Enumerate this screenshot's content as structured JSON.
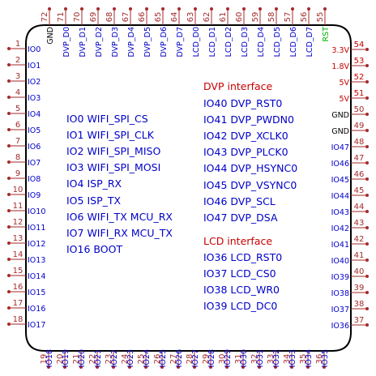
{
  "colors": {
    "outline": "#000000",
    "pin_line": "#a52a2a",
    "pin_number": "#a52a2a",
    "pin_name": "#0000c8",
    "pin_name_alt": "#000000",
    "pin_name_rst": "#00b400",
    "power_number": "#c80000",
    "note_text": "#0000c8",
    "section_title": "#c80000"
  },
  "pins": {
    "left": [
      {
        "num": "1",
        "name": "IO0"
      },
      {
        "num": "2",
        "name": "IO1"
      },
      {
        "num": "3",
        "name": "IO2"
      },
      {
        "num": "4",
        "name": "IO3"
      },
      {
        "num": "5",
        "name": "IO4"
      },
      {
        "num": "6",
        "name": "IO5"
      },
      {
        "num": "7",
        "name": "IO6"
      },
      {
        "num": "8",
        "name": "IO7"
      },
      {
        "num": "9",
        "name": "IO8"
      },
      {
        "num": "10",
        "name": "IO9"
      },
      {
        "num": "11",
        "name": "IO10"
      },
      {
        "num": "12",
        "name": "IO11"
      },
      {
        "num": "13",
        "name": "IO12"
      },
      {
        "num": "14",
        "name": "IO13"
      },
      {
        "num": "15",
        "name": "IO14"
      },
      {
        "num": "16",
        "name": "IO15"
      },
      {
        "num": "17",
        "name": "IO16"
      },
      {
        "num": "18",
        "name": "IO17"
      }
    ],
    "bottom": [
      {
        "num": "19",
        "name": "IO18"
      },
      {
        "num": "20",
        "name": "IO19"
      },
      {
        "num": "21",
        "name": "IO20"
      },
      {
        "num": "22",
        "name": "IO21"
      },
      {
        "num": "23",
        "name": "IO22"
      },
      {
        "num": "24",
        "name": "IO23"
      },
      {
        "num": "25",
        "name": "IO24"
      },
      {
        "num": "26",
        "name": "IO25"
      },
      {
        "num": "27",
        "name": "IO26"
      },
      {
        "num": "28",
        "name": "IO27"
      },
      {
        "num": "29",
        "name": "IO28"
      },
      {
        "num": "30",
        "name": "IO29"
      },
      {
        "num": "31",
        "name": "IO30"
      },
      {
        "num": "32",
        "name": "IO31"
      },
      {
        "num": "33",
        "name": "IO32"
      },
      {
        "num": "34",
        "name": "IO33"
      },
      {
        "num": "35",
        "name": "IO34"
      },
      {
        "num": "36",
        "name": "IO35"
      }
    ],
    "right": [
      {
        "num": "37",
        "name": "IO36"
      },
      {
        "num": "38",
        "name": "IO37"
      },
      {
        "num": "39",
        "name": "IO38"
      },
      {
        "num": "40",
        "name": "IO39"
      },
      {
        "num": "41",
        "name": "IO40"
      },
      {
        "num": "42",
        "name": "IO41"
      },
      {
        "num": "43",
        "name": "IO42"
      },
      {
        "num": "44",
        "name": "IO43"
      },
      {
        "num": "45",
        "name": "IO44"
      },
      {
        "num": "46",
        "name": "IO45"
      },
      {
        "num": "47",
        "name": "IO46"
      },
      {
        "num": "48",
        "name": "IO47"
      },
      {
        "num": "49",
        "name": "GND",
        "kind": "gnd"
      },
      {
        "num": "50",
        "name": "GND",
        "kind": "gnd"
      },
      {
        "num": "51",
        "name": "5V",
        "kind": "power"
      },
      {
        "num": "52",
        "name": "5V",
        "kind": "power"
      },
      {
        "num": "53",
        "name": "1.8V",
        "kind": "power"
      },
      {
        "num": "54",
        "name": "3.3V",
        "kind": "power"
      }
    ],
    "top": [
      {
        "num": "55",
        "name": "RST",
        "kind": "rst"
      },
      {
        "num": "56",
        "name": "LCD_D7"
      },
      {
        "num": "57",
        "name": "LCD_D6"
      },
      {
        "num": "58",
        "name": "LCD_D5"
      },
      {
        "num": "59",
        "name": "LCD_D4"
      },
      {
        "num": "60",
        "name": "LCD_D3"
      },
      {
        "num": "61",
        "name": "LCD_D2"
      },
      {
        "num": "62",
        "name": "LCD_D1"
      },
      {
        "num": "63",
        "name": "LCD_D0"
      },
      {
        "num": "64",
        "name": "DVP_D7"
      },
      {
        "num": "65",
        "name": "DVP_D6"
      },
      {
        "num": "66",
        "name": "DVP_D5"
      },
      {
        "num": "67",
        "name": "DVP_D4"
      },
      {
        "num": "68",
        "name": "DVP_D3"
      },
      {
        "num": "69",
        "name": "DVP_D2"
      },
      {
        "num": "70",
        "name": "DVP_D1"
      },
      {
        "num": "71",
        "name": "DVP_D0"
      },
      {
        "num": "72",
        "name": "GND",
        "kind": "gnd"
      }
    ]
  },
  "notes": {
    "io_functions": [
      "IO0 WIFI_SPI_CS",
      "IO1 WIFI_SPI_CLK",
      "IO2 WIFI_SPI_MISO",
      "IO3 WIFI_SPI_MOSI",
      "IO4 ISP_RX",
      "IO5 ISP_TX",
      "IO6 WIFI_TX MCU_RX",
      "IO7 WIFI_RX MCU_TX",
      "IO16 BOOT"
    ],
    "dvp_title": "DVP interface",
    "dvp_lines": [
      "IO40 DVP_RST0",
      "IO41 DVP_PWDN0",
      "IO42 DVP_XCLK0",
      "IO43 DVP_PLCK0",
      "IO44 DVP_HSYNC0",
      "IO45 DVP_VSYNC0",
      "IO46 DVP_SCL",
      "IO47 DVP_DSA"
    ],
    "lcd_title": "LCD interface",
    "lcd_lines": [
      "IO36 LCD_RST0",
      "IO37 LCD_CS0",
      "IO38 LCD_WR0",
      "IO39 LCD_DC0"
    ]
  }
}
